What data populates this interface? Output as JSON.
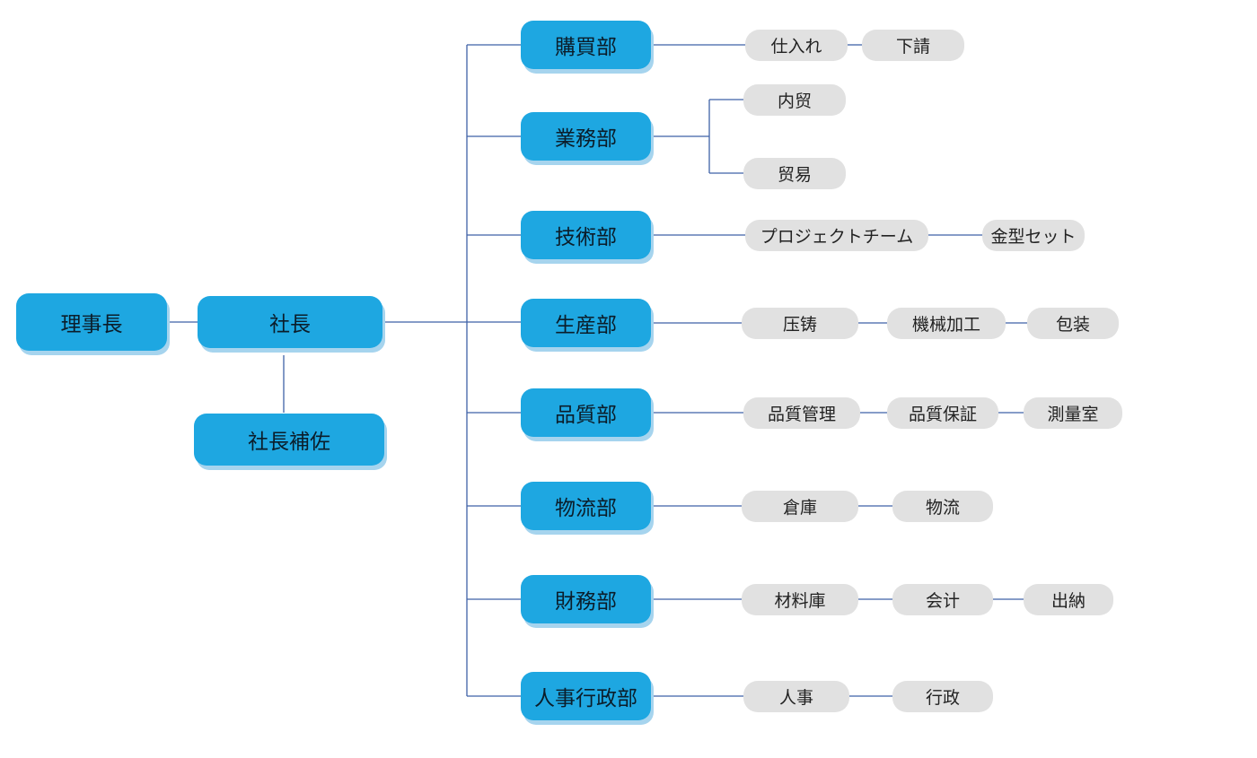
{
  "diagram": {
    "colors": {
      "blue": "#1ea7e1",
      "gray": "#e1e1e1",
      "line": "#3f62a8"
    },
    "chairman": "理事長",
    "president": "社長",
    "assistant": "社長補佐",
    "departments": [
      {
        "name": "購買部",
        "units": [
          "仕入れ",
          "下請"
        ]
      },
      {
        "name": "業務部",
        "units": [
          "内贸",
          "贸易"
        ]
      },
      {
        "name": "技術部",
        "units": [
          "プロジェクトチーム",
          "金型セット"
        ]
      },
      {
        "name": "生産部",
        "units": [
          "压铸",
          "機械加工",
          "包装"
        ]
      },
      {
        "name": "品質部",
        "units": [
          "品質管理",
          "品質保証",
          "測量室"
        ]
      },
      {
        "name": "物流部",
        "units": [
          "倉庫",
          "物流"
        ]
      },
      {
        "name": "財務部",
        "units": [
          "材料庫",
          "会计",
          "出納"
        ]
      },
      {
        "name": "人事行政部",
        "units": [
          "人事",
          "行政"
        ]
      }
    ]
  }
}
